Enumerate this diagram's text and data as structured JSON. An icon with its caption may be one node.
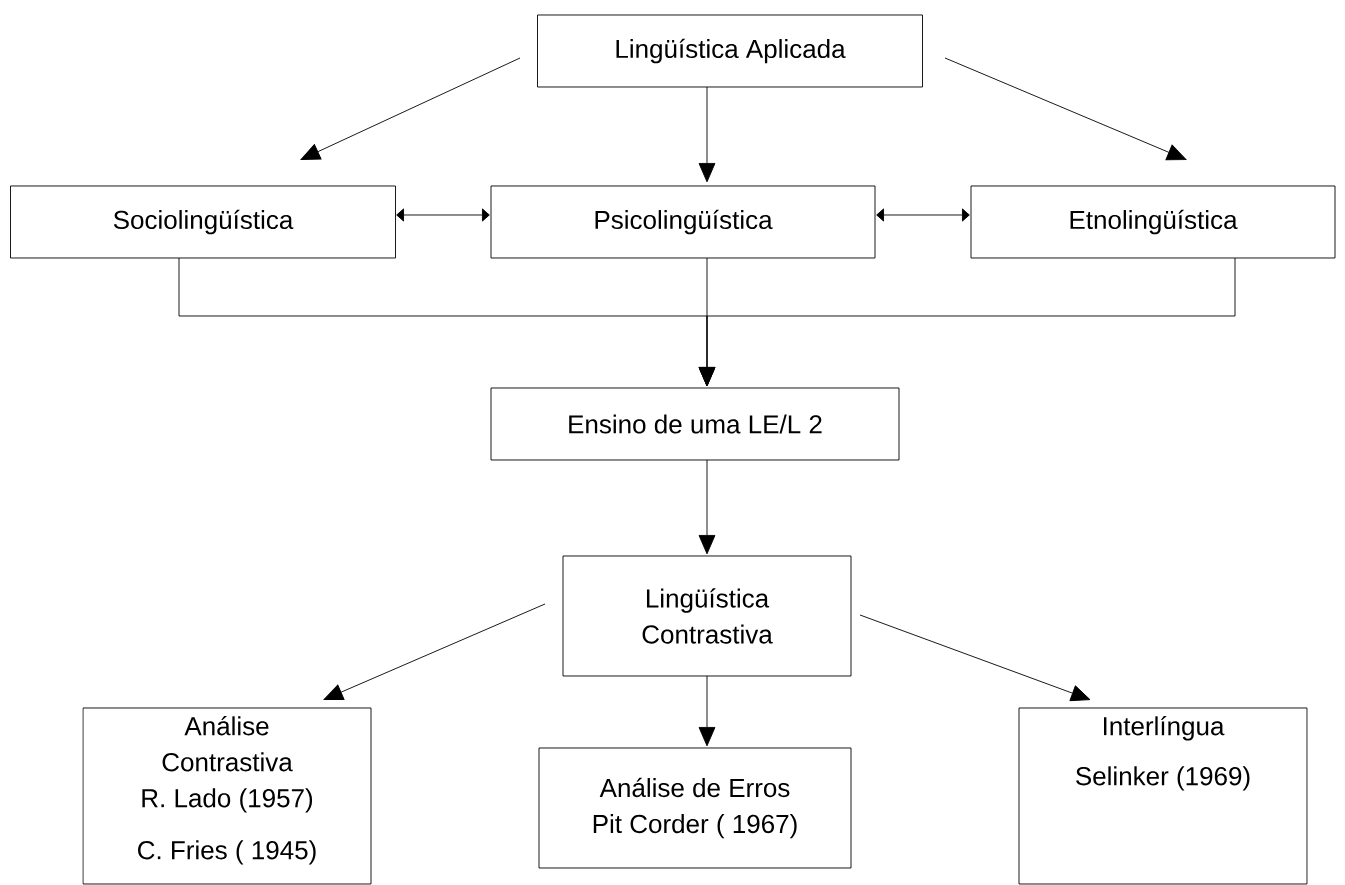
{
  "diagram": {
    "nodes": [
      {
        "text": [
          "Lingüística Aplicada"
        ]
      },
      {
        "text": [
          "Sociolingüística"
        ]
      },
      {
        "text": [
          "Psicolingüística"
        ]
      },
      {
        "text": [
          "Etnolingüística"
        ]
      },
      {
        "text": [
          "Ensino de uma LE/L 2"
        ]
      },
      {
        "text": [
          "Lingüística Contrastiva"
        ]
      },
      {
        "text": [
          "Análise Contrastiva",
          "R. Lado (1957)",
          "C. Fries ( 1945)"
        ]
      },
      {
        "text": [
          "Análise de Erros",
          "Pit Corder ( 1967)"
        ]
      },
      {
        "text": [
          "Interlíngua",
          "Selinker (1969)"
        ]
      }
    ],
    "edges": [
      {
        "from": 0,
        "to": 1,
        "arrow": "to"
      },
      {
        "from": 0,
        "to": 2,
        "arrow": "to"
      },
      {
        "from": 0,
        "to": 3,
        "arrow": "to"
      },
      {
        "from": 1,
        "to": 2,
        "arrow": "both"
      },
      {
        "from": 2,
        "to": 3,
        "arrow": "both"
      },
      {
        "from": 1,
        "to": 4,
        "arrow": "to"
      },
      {
        "from": 2,
        "to": 4,
        "arrow": "to"
      },
      {
        "from": 3,
        "to": 4,
        "arrow": "to"
      },
      {
        "from": 4,
        "to": 5,
        "arrow": "to"
      },
      {
        "from": 5,
        "to": 6,
        "arrow": "to"
      },
      {
        "from": 5,
        "to": 7,
        "arrow": "to"
      },
      {
        "from": 5,
        "to": 8,
        "arrow": "to"
      }
    ]
  }
}
